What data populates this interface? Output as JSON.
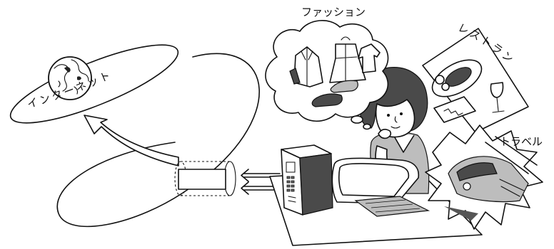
{
  "labels": {
    "internet": "インターネット",
    "fashion": "ファッション",
    "restaurant": "レストラン",
    "travel": "トラベル"
  }
}
